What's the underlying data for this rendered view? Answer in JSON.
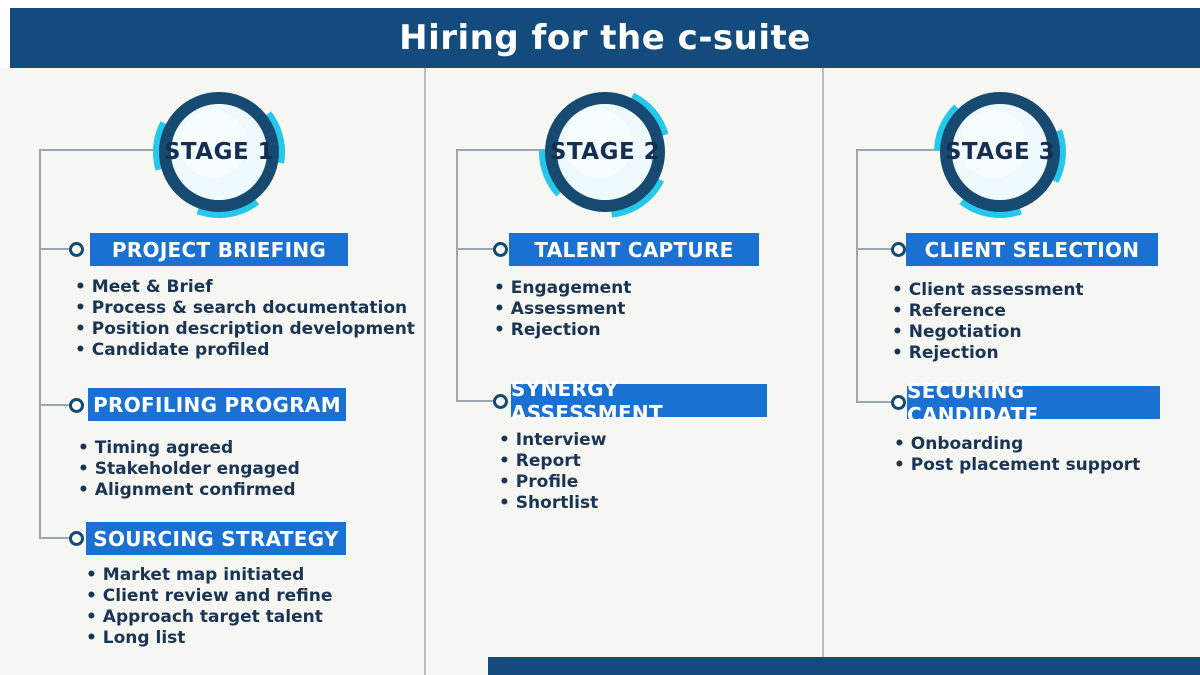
{
  "title": "Hiring for the c-suite",
  "colors": {
    "header_navy": "#134b7d",
    "box_blue": "#1b71d2",
    "ring_navy": "#164a70",
    "accent_cyan": "#25c7ea",
    "text_navy": "#1a3553",
    "background": "#f6f6f3"
  },
  "stages": [
    {
      "label": "STAGE 1",
      "sections": [
        {
          "heading": "PROJECT BRIEFING",
          "items": [
            "Meet & Brief",
            "Process & search documentation",
            "Position description development",
            "Candidate profiled"
          ]
        },
        {
          "heading": "PROFILING PROGRAM",
          "items": [
            "Timing agreed",
            "Stakeholder engaged",
            "Alignment confirmed"
          ]
        },
        {
          "heading": "SOURCING STRATEGY",
          "items": [
            "Market map initiated",
            "Client review and refine",
            "Approach target talent",
            "Long list"
          ]
        }
      ]
    },
    {
      "label": "STAGE 2",
      "sections": [
        {
          "heading": "TALENT CAPTURE",
          "items": [
            "Engagement",
            "Assessment",
            "Rejection"
          ]
        },
        {
          "heading": "SYNERGY ASSESSMENT",
          "items": [
            "Interview",
            "Report",
            "Profile",
            "Shortlist"
          ]
        }
      ]
    },
    {
      "label": "STAGE 3",
      "sections": [
        {
          "heading": "CLIENT SELECTION",
          "items": [
            "Client assessment",
            "Reference",
            "Negotiation",
            "Rejection"
          ]
        },
        {
          "heading": "SECURING CANDIDATE",
          "items": [
            "Onboarding",
            "Post placement support"
          ]
        }
      ]
    }
  ]
}
